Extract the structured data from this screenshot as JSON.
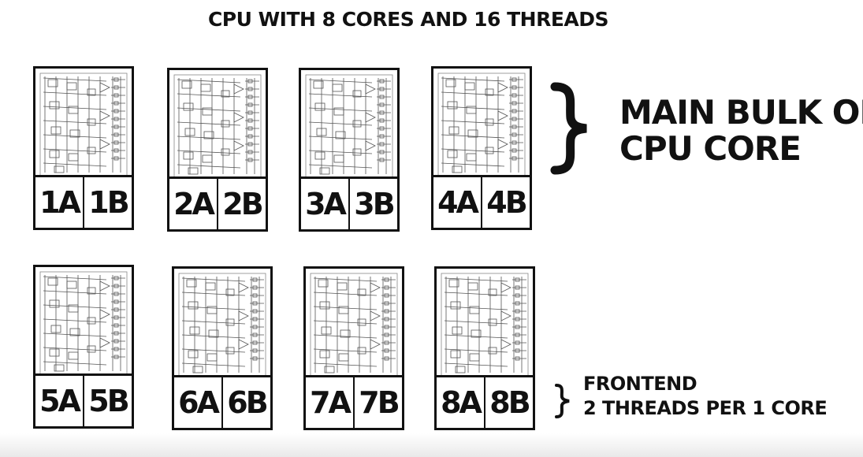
{
  "title": "CPU WITH 8 CORES AND 16 THREADS",
  "cores": [
    {
      "a": "1A",
      "b": "1B"
    },
    {
      "a": "2A",
      "b": "2B"
    },
    {
      "a": "3A",
      "b": "3B"
    },
    {
      "a": "4A",
      "b": "4B"
    },
    {
      "a": "5A",
      "b": "5B"
    },
    {
      "a": "6A",
      "b": "6B"
    },
    {
      "a": "7A",
      "b": "7B"
    },
    {
      "a": "8A",
      "b": "8B"
    }
  ],
  "main_label": {
    "line1": "MAIN BULK OF",
    "line2": "CPU CORE"
  },
  "frontend_label": {
    "line1": "FRONTEND",
    "line2": "2 THREADS PER 1 CORE"
  }
}
